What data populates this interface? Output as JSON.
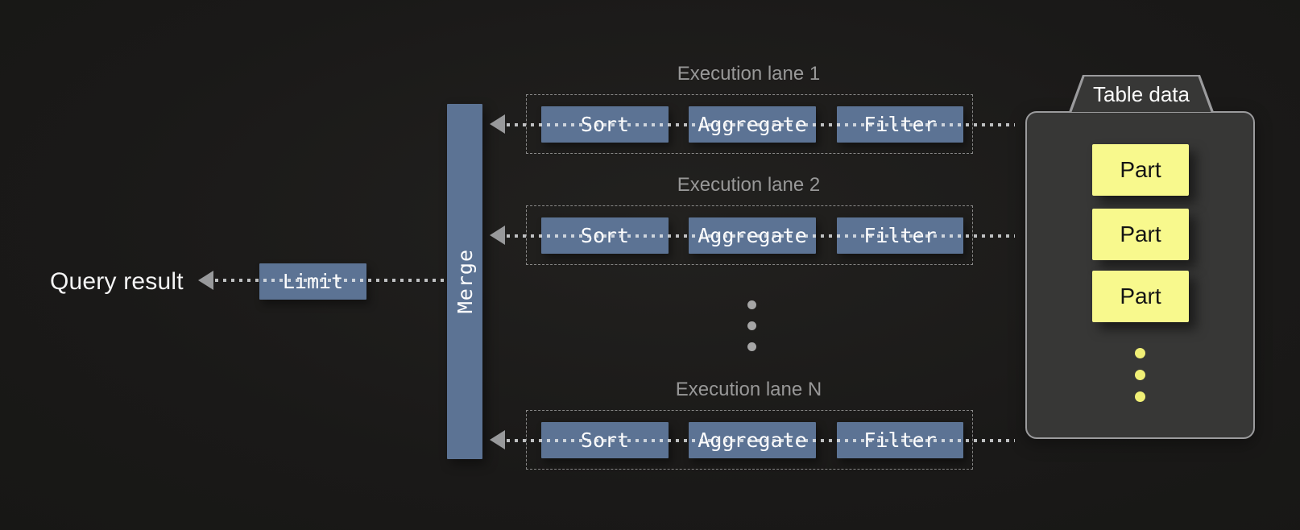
{
  "query_result": {
    "label": "Query result"
  },
  "pipeline": {
    "limit_label": "Limit",
    "merge_label": "Merge"
  },
  "lanes": [
    {
      "title": "Execution lane 1",
      "operators": {
        "sort": "Sort",
        "aggregate": "Aggregate",
        "filter": "Filter"
      }
    },
    {
      "title": "Execution lane 2",
      "operators": {
        "sort": "Sort",
        "aggregate": "Aggregate",
        "filter": "Filter"
      }
    },
    {
      "title": "Execution lane N",
      "operators": {
        "sort": "Sort",
        "aggregate": "Aggregate",
        "filter": "Filter"
      }
    }
  ],
  "table_data": {
    "title": "Table data",
    "parts": [
      "Part",
      "Part",
      "Part"
    ]
  },
  "colors": {
    "background": "#1a1918",
    "operator_blue": "#5c7394",
    "part_yellow": "#f8f98d",
    "connector_gray": "#98999b",
    "lane_title_gray": "#989898"
  }
}
